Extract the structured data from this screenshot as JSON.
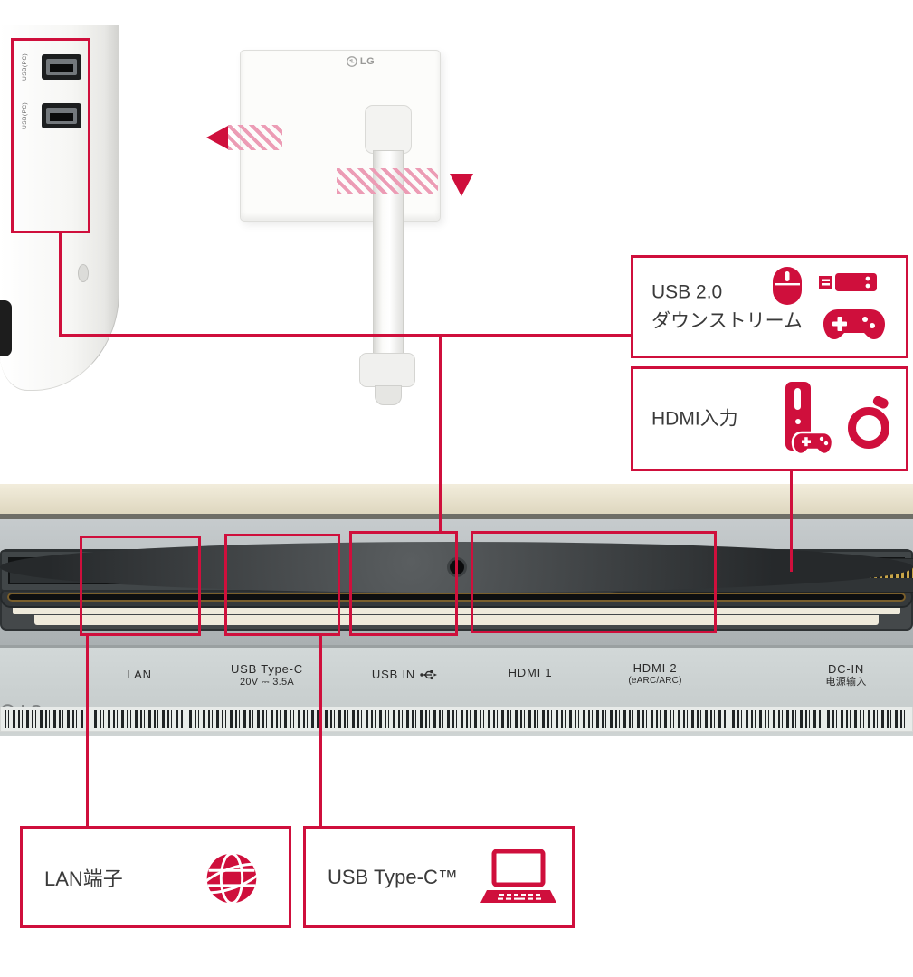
{
  "accent": "#cf0f3c",
  "hatch": "#ec9cb5",
  "side_panel": {
    "port1_label": "USB(PC)",
    "port2_label": "USB(PC)"
  },
  "monitor": {
    "logo": "LG"
  },
  "callouts": {
    "usb_downstream": {
      "line1": "USB 2.0",
      "line2": "ダウンストリーム"
    },
    "hdmi_input": {
      "label": "HDMI入力"
    },
    "lan": {
      "label": "LAN端子"
    },
    "usb_type_c": {
      "label": "USB Type-C™"
    }
  },
  "rear_panel": {
    "logo": "LG",
    "labels": {
      "lan": "LAN",
      "usb_c_1": "USB Type-C",
      "usb_c_2": "20V ⎓ 3.5A",
      "usb_in": "USB IN",
      "hdmi_1": "HDMI 1",
      "hdmi_2": "HDMI 2",
      "hdmi_2_sub": "(eARC/ARC)",
      "dc_in": "DC-IN",
      "dc_in_sub": "电源输入"
    }
  }
}
